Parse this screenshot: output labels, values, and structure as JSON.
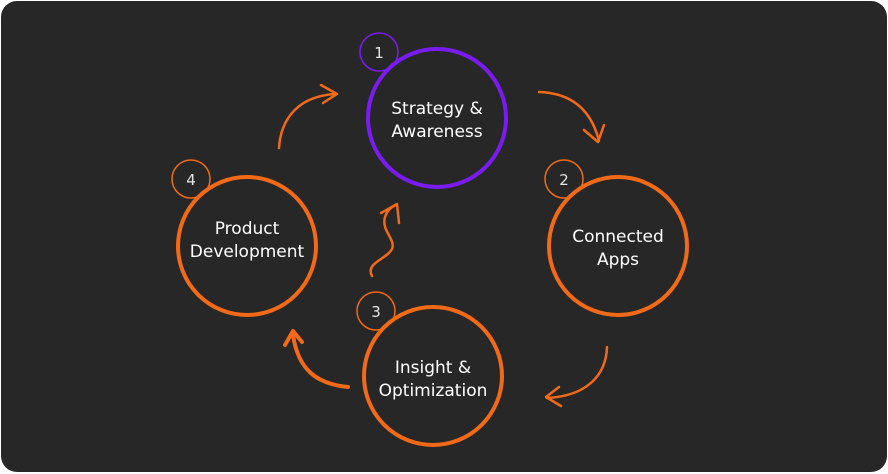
{
  "diagram": {
    "type": "cycle",
    "colors": {
      "background": "#272727",
      "primary": "#7a1cf0",
      "accent": "#f26a17",
      "text": "#ffffff"
    },
    "steps": [
      {
        "number": "1",
        "line1": "Strategy &",
        "line2": "Awareness",
        "highlighted": true
      },
      {
        "number": "2",
        "line1": "Connected",
        "line2": "Apps",
        "highlighted": false
      },
      {
        "number": "3",
        "line1": "Insight &",
        "line2": "Optimization",
        "highlighted": false
      },
      {
        "number": "4",
        "line1": "Product",
        "line2": "Development",
        "highlighted": false
      }
    ],
    "arrows": [
      {
        "from": "1",
        "to": "2"
      },
      {
        "from": "2",
        "to": "3"
      },
      {
        "from": "3",
        "to": "4"
      },
      {
        "from": "4",
        "to": "1"
      },
      {
        "from": "center",
        "to": "1",
        "style": "squiggle"
      }
    ]
  }
}
